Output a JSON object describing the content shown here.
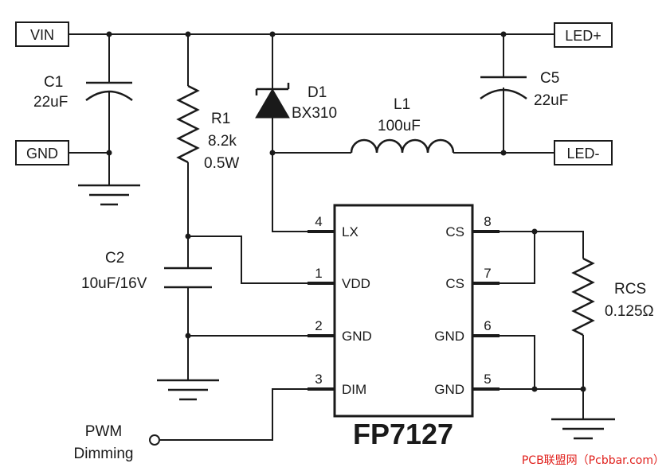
{
  "ports": {
    "vin": "VIN",
    "gnd": "GND",
    "led_plus": "LED+",
    "led_minus": "LED-"
  },
  "components": {
    "c1": {
      "ref": "C1",
      "value": "22uF"
    },
    "r1": {
      "ref": "R1",
      "value": "8.2k",
      "rating": "0.5W"
    },
    "d1": {
      "ref": "D1",
      "value": "BX310"
    },
    "l1": {
      "ref": "L1",
      "value": "100uF"
    },
    "c5": {
      "ref": "C5",
      "value": "22uF"
    },
    "c2": {
      "ref": "C2",
      "value": "10uF/16V"
    },
    "rcs": {
      "ref": "RCS",
      "value": "0.125Ω"
    }
  },
  "ic": {
    "name": "FP7127",
    "pins": [
      {
        "num": "4",
        "label": "LX"
      },
      {
        "num": "1",
        "label": "VDD"
      },
      {
        "num": "2",
        "label": "GND"
      },
      {
        "num": "3",
        "label": "DIM"
      },
      {
        "num": "8",
        "label": "CS"
      },
      {
        "num": "7",
        "label": "CS"
      },
      {
        "num": "6",
        "label": "GND"
      },
      {
        "num": "5",
        "label": "GND"
      }
    ]
  },
  "pwm": {
    "line1": "PWM",
    "line2": "Dimming"
  },
  "watermark": "PCB联盟网（Pcbbar.com）"
}
